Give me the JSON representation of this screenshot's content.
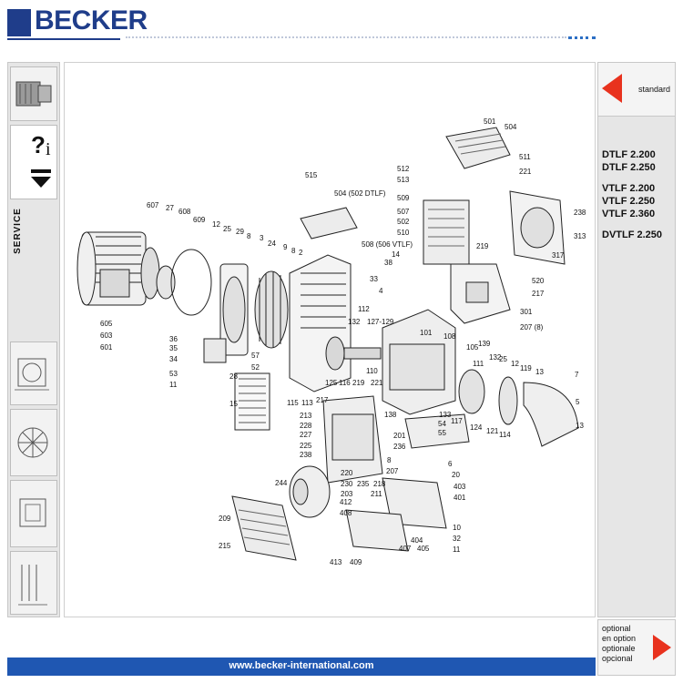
{
  "brand": {
    "name": "BECKER",
    "color": "#1f3d8a"
  },
  "footer": {
    "url": "www.becker-international.com"
  },
  "left_panel": {
    "service_label": "SERVICE"
  },
  "right_panel": {
    "nav_standard": "standard",
    "models": [
      "DTLF 2.200",
      "DTLF 2.250",
      "VTLF 2.200",
      "VTLF 2.250",
      "VTLF 2.360",
      "DVTLF 2.250"
    ],
    "optional_labels": [
      "optional",
      "en option",
      "optionale",
      "opcional"
    ],
    "accent_color": "#e8321e"
  },
  "part_labels": [
    {
      "t": "501"
    },
    {
      "t": "504"
    },
    {
      "t": "511"
    },
    {
      "t": "221"
    },
    {
      "t": "512"
    },
    {
      "t": "513"
    },
    {
      "t": "509"
    },
    {
      "t": "507"
    },
    {
      "t": "502"
    },
    {
      "t": "510"
    },
    {
      "t": "219"
    },
    {
      "t": "515"
    },
    {
      "t": "504 (502 DTLF)"
    },
    {
      "t": "508 (506 VTLF)"
    },
    {
      "t": "238"
    },
    {
      "t": "313"
    },
    {
      "t": "317"
    },
    {
      "t": "520"
    },
    {
      "t": "217"
    },
    {
      "t": "301"
    },
    {
      "t": "207 (8)"
    },
    {
      "t": "607"
    },
    {
      "t": "27"
    },
    {
      "t": "608"
    },
    {
      "t": "609"
    },
    {
      "t": "12"
    },
    {
      "t": "25"
    },
    {
      "t": "29"
    },
    {
      "t": "8"
    },
    {
      "t": "3"
    },
    {
      "t": "24"
    },
    {
      "t": "9"
    },
    {
      "t": "8"
    },
    {
      "t": "2"
    },
    {
      "t": "33"
    },
    {
      "t": "38"
    },
    {
      "t": "14"
    },
    {
      "t": "4"
    },
    {
      "t": "112"
    },
    {
      "t": "127-129"
    },
    {
      "t": "101"
    },
    {
      "t": "132"
    },
    {
      "t": "605"
    },
    {
      "t": "603"
    },
    {
      "t": "601"
    },
    {
      "t": "36"
    },
    {
      "t": "35"
    },
    {
      "t": "34"
    },
    {
      "t": "53"
    },
    {
      "t": "11"
    },
    {
      "t": "28"
    },
    {
      "t": "57"
    },
    {
      "t": "52"
    },
    {
      "t": "15"
    },
    {
      "t": "125"
    },
    {
      "t": "116"
    },
    {
      "t": "219"
    },
    {
      "t": "110"
    },
    {
      "t": "221"
    },
    {
      "t": "115"
    },
    {
      "t": "113"
    },
    {
      "t": "108"
    },
    {
      "t": "139"
    },
    {
      "t": "105"
    },
    {
      "t": "132"
    },
    {
      "t": "25"
    },
    {
      "t": "12"
    },
    {
      "t": "119"
    },
    {
      "t": "13"
    },
    {
      "t": "7"
    },
    {
      "t": "111"
    },
    {
      "t": "5"
    },
    {
      "t": "133"
    },
    {
      "t": "117"
    },
    {
      "t": "124"
    },
    {
      "t": "121"
    },
    {
      "t": "114"
    },
    {
      "t": "13"
    },
    {
      "t": "213"
    },
    {
      "t": "228"
    },
    {
      "t": "227"
    },
    {
      "t": "225"
    },
    {
      "t": "238"
    },
    {
      "t": "217"
    },
    {
      "t": "138"
    },
    {
      "t": "54"
    },
    {
      "t": "55"
    },
    {
      "t": "201"
    },
    {
      "t": "236"
    },
    {
      "t": "8"
    },
    {
      "t": "207"
    },
    {
      "t": "220"
    },
    {
      "t": "230"
    },
    {
      "t": "203"
    },
    {
      "t": "235"
    },
    {
      "t": "218"
    },
    {
      "t": "211"
    },
    {
      "t": "6"
    },
    {
      "t": "20"
    },
    {
      "t": "244"
    },
    {
      "t": "403"
    },
    {
      "t": "401"
    },
    {
      "t": "412"
    },
    {
      "t": "408"
    },
    {
      "t": "209"
    },
    {
      "t": "215"
    },
    {
      "t": "10"
    },
    {
      "t": "32"
    },
    {
      "t": "404"
    },
    {
      "t": "407"
    },
    {
      "t": "405"
    },
    {
      "t": "11"
    },
    {
      "t": "413"
    },
    {
      "t": "409"
    }
  ]
}
